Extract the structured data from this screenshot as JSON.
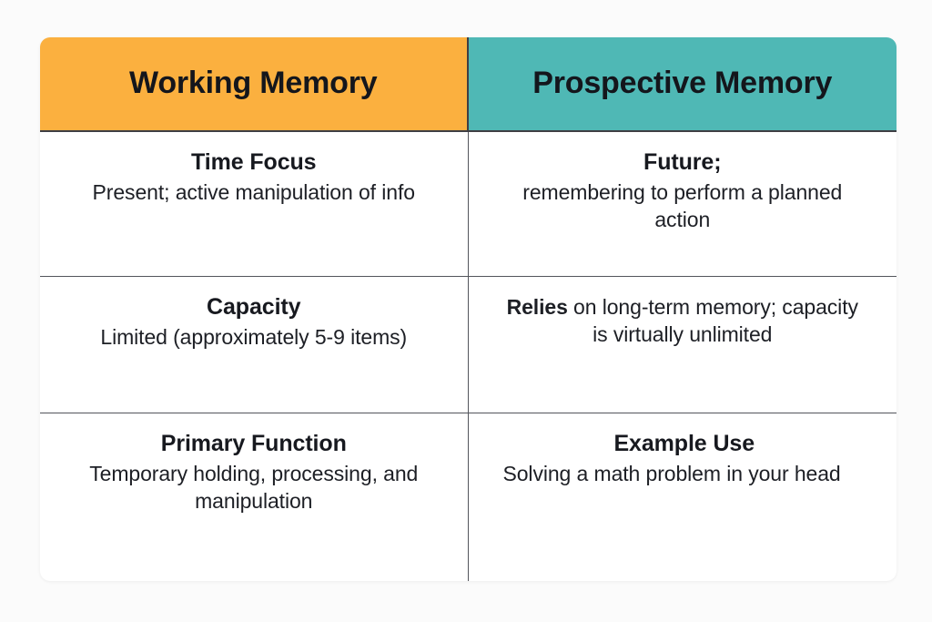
{
  "card": {
    "columns": [
      {
        "title": "Working Memory",
        "color": "#fbb03f"
      },
      {
        "title": "Prospective Memory",
        "color": "#4fb8b5"
      }
    ],
    "rows": [
      {
        "left": {
          "title": "Time Focus",
          "text": "Present; active manipulation of info"
        },
        "right": {
          "title": "Future;",
          "text": "remembering to perform a planned action"
        }
      },
      {
        "left": {
          "title": "Capacity",
          "text": "Limited (approximately 5-9 items)"
        },
        "right": {
          "title": "",
          "text_bold": "Relies",
          "text": " on long-term memory; capacity is virtually unlimited"
        }
      },
      {
        "left": {
          "title": "Primary Function",
          "text": "Temporary holding, processing, and manipulation"
        },
        "right": {
          "title": "Example Use",
          "text": "Solving a math problem in your head"
        }
      }
    ]
  },
  "theme": {
    "header_left_color": "#fbb03f",
    "header_right_color": "#4fb8b5",
    "text_color": "#17191f",
    "card_background": "#ffffff",
    "page_background": "#fbfbfb",
    "divider_color": "#53555c"
  }
}
